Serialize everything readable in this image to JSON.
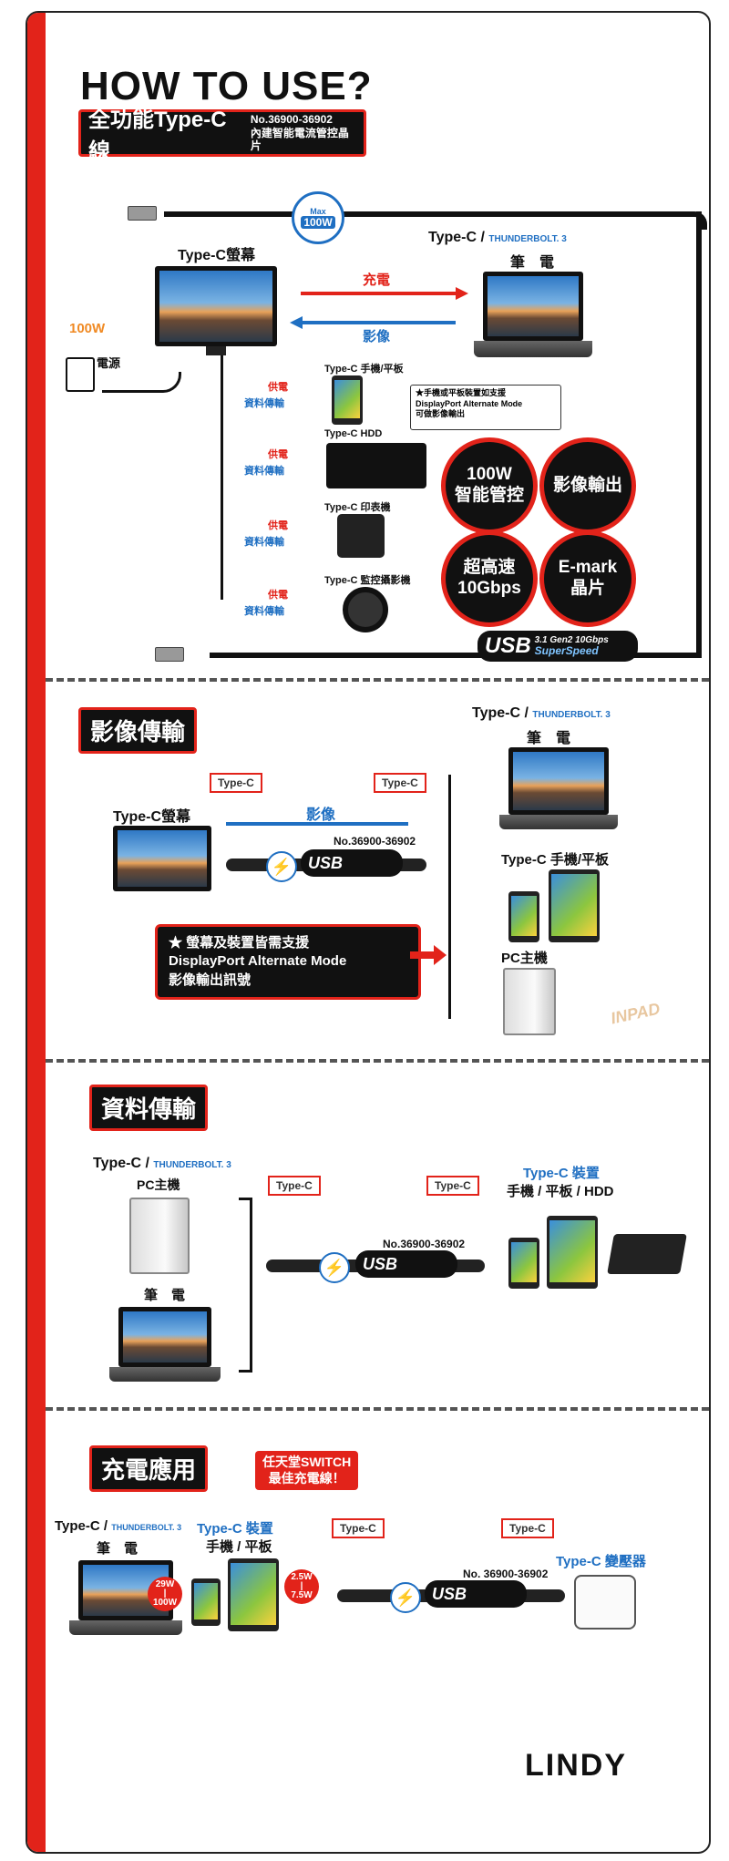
{
  "header": {
    "title": "HOW TO USE?"
  },
  "product": {
    "name": "全功能Type-C線",
    "model": "No.36900-36902",
    "feature": "內建智能電流管控晶片",
    "max_label": "Max",
    "max_value": "100W"
  },
  "section1": {
    "monitor_label": "Type-C螢幕",
    "laptop_prefix": "Type-C /",
    "thunderbolt": "THUNDERBOLT. 3",
    "laptop_label": "筆　電",
    "charge_label": "充電",
    "video_label": "影像",
    "power_watts": "100W",
    "power_label": "電源",
    "supply_label": "供電",
    "data_label": "資料傳輸",
    "devices": [
      {
        "name": "Type-C 手機/平板"
      },
      {
        "name": "Type-C HDD"
      },
      {
        "name": "Type-C 印表機"
      },
      {
        "name": "Type-C 監控攝影機"
      }
    ],
    "note": "★手機或平板裝置如支援\nDisplayPort Alternate Mode\n可做影像輸出",
    "badges": [
      "100W\n智能管控",
      "影像輸出",
      "超高速\n10Gbps",
      "E-mark\n晶片"
    ],
    "usb_logo": "USB",
    "usb_version": "3.1",
    "usb_gen": "Gen2 10Gbps",
    "usb_speed": "SuperSpeed"
  },
  "section2": {
    "title": "影像傳輸",
    "tag_left": "Type-C",
    "tag_right": "Type-C",
    "monitor_label": "Type-C螢幕",
    "video_label": "影像",
    "model": "No.36900-36902",
    "laptop_prefix": "Type-C /",
    "thunderbolt": "THUNDERBOLT. 3",
    "laptop_label": "筆　電",
    "phone_label": "Type-C 手機/平板",
    "pc_label": "PC主機",
    "notice": "★  螢幕及裝置皆需支援\nDisplayPort Alternate Mode\n影像輸出訊號",
    "watermark": "INPAD"
  },
  "section3": {
    "title": "資料傳輸",
    "left_prefix": "Type-C /",
    "thunderbolt": "THUNDERBOLT. 3",
    "pc_label": "PC主機",
    "laptop_label": "筆　電",
    "tag_left": "Type-C",
    "tag_right": "Type-C",
    "model": "No.36900-36902",
    "device_title": "Type-C 裝置",
    "device_list": "手機 / 平板 / HDD"
  },
  "section4": {
    "title": "充電應用",
    "switch_note": "任天堂SWITCH\n最佳充電線！",
    "left_prefix": "Type-C /",
    "thunderbolt": "THUNDERBOLT. 3",
    "laptop_label": "筆　電",
    "device_title": "Type-C 裝置",
    "device_list": "手機 / 平板",
    "laptop_watt": "29W\n|\n100W",
    "device_watt": "2.5W\n|\n7.5W",
    "tag_left": "Type-C",
    "tag_right": "Type-C",
    "model": "No. 36900-36902",
    "adapter_label": "Type-C 變壓器"
  },
  "brand": {
    "logo": "LINDY"
  }
}
